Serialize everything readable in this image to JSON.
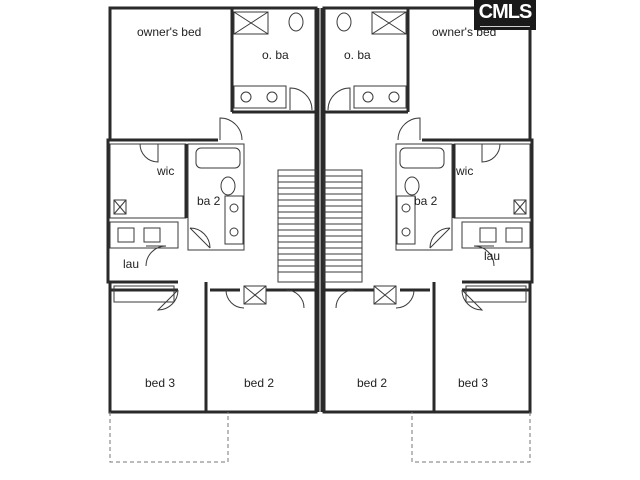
{
  "watermark": {
    "logo_text": "CMLS",
    "accent_color": "#1a1a1a"
  },
  "plan": {
    "rooms": {
      "owners_bed_left": "owner's bed",
      "owners_bed_right": "owner's bed",
      "oba_left": "o. ba",
      "oba_right": "o. ba",
      "wic_left": "wic",
      "wic_right": "wic",
      "ba2_left": "ba 2",
      "ba2_right": "ba 2",
      "lau_left": "lau",
      "lau_right": "lau",
      "bed3_left": "bed 3",
      "bed2_left": "bed 2",
      "bed2_right": "bed 2",
      "bed3_right": "bed 3"
    }
  }
}
